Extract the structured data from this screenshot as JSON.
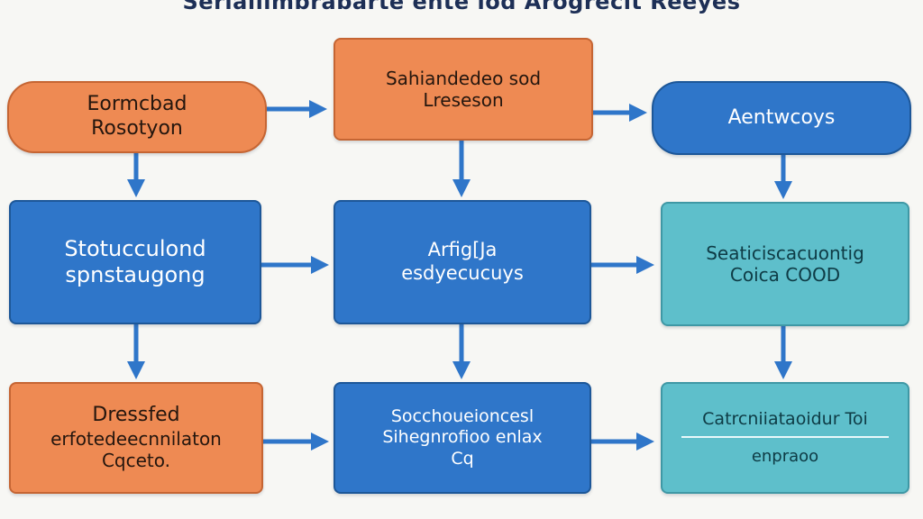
{
  "title": "Seriallimbrabarte ente iod Arogrecit Reeyes",
  "colors": {
    "orange": "#ee8a53",
    "blue": "#2f76c9",
    "teal": "#5ebfcb",
    "arrow": "#2f76c9"
  },
  "nodes": {
    "n1": [
      "Eormcbad",
      "Rosotyon"
    ],
    "n2": [
      "Sahiandedeo sod",
      "Lreseson"
    ],
    "n3": [
      "Aentwcoys"
    ],
    "n4": [
      "Stotucculond",
      "spnstaugong"
    ],
    "n5": [
      "Arfig[Ja",
      "esdyecucuys"
    ],
    "n6": [
      "Seaticiscacuontig",
      "Coica COOD"
    ],
    "n7": [
      "Dressfed",
      "erfotedeecnnilaton",
      "Cqceto."
    ],
    "n8": [
      "Socchoueioncesl",
      "Sihegnrofioo enlax",
      "Cq"
    ],
    "n9": [
      "Catrcniiataoidur Toi",
      "enpraoo"
    ]
  }
}
